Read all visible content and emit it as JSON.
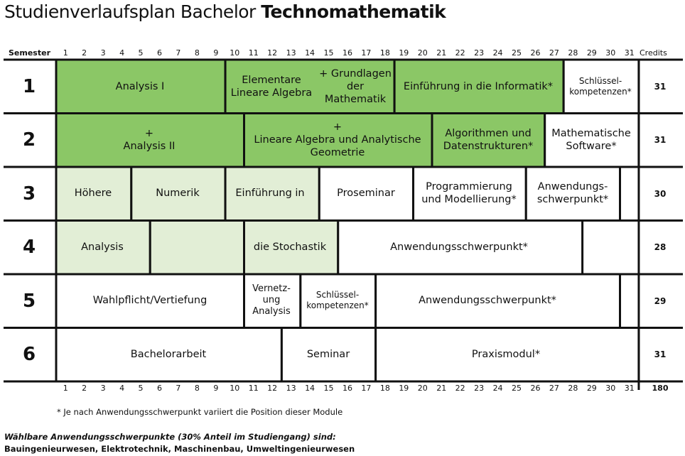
{
  "title": {
    "regular": "Studienverlaufsplan Bachelor",
    "bold": "Technomathematik"
  },
  "header": {
    "semester_label": "Semester",
    "credits_label": "Credits",
    "total_credits": "180"
  },
  "columns": [
    "1",
    "2",
    "3",
    "4",
    "5",
    "6",
    "7",
    "8",
    "9",
    "10",
    "11",
    "12",
    "13",
    "14",
    "15",
    "16",
    "17",
    "18",
    "19",
    "20",
    "21",
    "22",
    "23",
    "24",
    "25",
    "26",
    "27",
    "28",
    "29",
    "30",
    "31"
  ],
  "semesters": [
    {
      "number": "1",
      "credits": "31"
    },
    {
      "number": "2",
      "credits": "31"
    },
    {
      "number": "3",
      "credits": "30"
    },
    {
      "number": "4",
      "credits": "28"
    },
    {
      "number": "5",
      "credits": "29"
    },
    {
      "number": "6",
      "credits": "31"
    }
  ],
  "colors": {
    "core_dark": "#8bc766",
    "core_light": "#e2eed6",
    "other": "#ffffff",
    "line": "#111111"
  },
  "modules": {
    "analysis_1": "Analysis I",
    "analysis_2_plus": "+",
    "analysis_2": "Analysis II",
    "elem_la_1": "Elementare",
    "elem_la_2": "Lineare Algebra",
    "grundlagen_1": "+ Grundlagen",
    "grundlagen_2": "der",
    "grundlagen_3": "Mathematik",
    "la_ag_plus": "+",
    "la_ag_1": "Lineare Algebra und Analytische",
    "la_ag_2": "Geometrie",
    "informatik": "Einführung in die Informatik*",
    "schluessel_1a": "Schlüssel-",
    "schluessel_1b": "kompetenzen*",
    "algo_1": "Algorithmen und",
    "algo_2": "Datenstrukturen*",
    "matsoft_1": "Mathematische",
    "matsoft_2": "Software*",
    "hoehere_1": "Höhere",
    "hoehere_2": "Analysis",
    "numerik": "Numerik",
    "stoch_1": "Einführung in",
    "stoch_2": "die Stochastik",
    "proseminar": "Proseminar",
    "prog_1": "Programmierung",
    "prog_2": "und Modellierung*",
    "anw3_1": "Anwendungs-",
    "anw3_2": "schwerpunkt*",
    "anw4": "Anwendungsschwerpunkt*",
    "wahlpflicht": "Wahlpflicht/Vertiefung",
    "vernetz_1": "Vernetz-",
    "vernetz_2": "ung",
    "vernetz_3": "Analysis",
    "schluessel_5a": "Schlüssel-",
    "schluessel_5b": "kompetenzen*",
    "anw5": "Anwendungsschwerpunkt*",
    "bachelorarbeit": "Bachelorarbeit",
    "seminar": "Seminar",
    "praxismodul": "Praxismodul*"
  },
  "footnote": "* Je nach Anwendungsschwerpunkt variiert die Position dieser Module",
  "footer": {
    "heading": "Wählbare Anwendungsschwerpunkte (30% Anteil im Studiengang) sind:",
    "list": "Bauingenieurwesen, Elektrotechnik, Maschinenbau, Umweltingenieurwesen"
  }
}
